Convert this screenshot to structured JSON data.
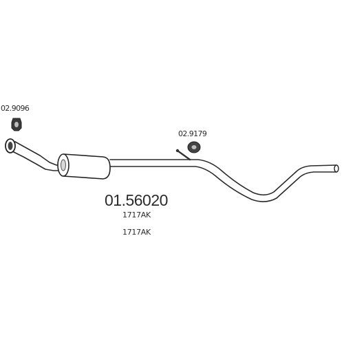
{
  "parts": {
    "clamp_front": "02.9096",
    "clamp_rear": "02.9179",
    "main_part_number": "01.56020",
    "oe_numbers": [
      "1717AK",
      "1717AK"
    ]
  }
}
